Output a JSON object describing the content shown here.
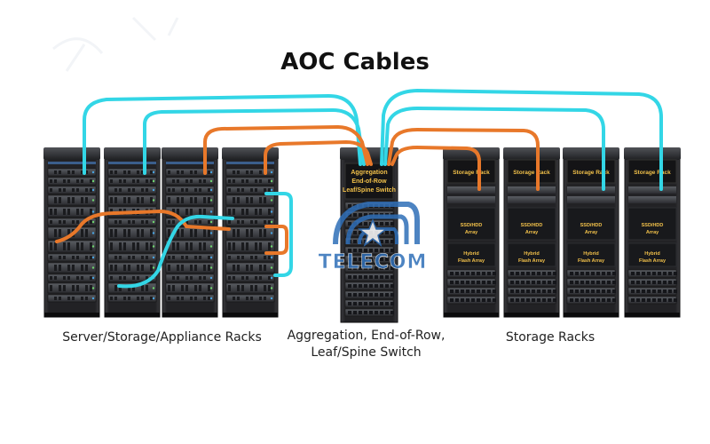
{
  "title": "AOC Cables",
  "captions": {
    "server_racks": "Server/Storage/Appliance Racks",
    "switch_line1": "Aggregation, End-of-Row,",
    "switch_line2": "Leaf/Spine Switch",
    "storage_racks": "Storage Racks"
  },
  "switch_label": {
    "line1": "Aggregation",
    "line2": "End-of-Row",
    "line3": "Leaf/Spine Switch"
  },
  "storage_rack_label": "Storage Rack",
  "storage_array_label": {
    "line1": "SSD/HDD",
    "line2": "Array"
  },
  "flash_array_label": {
    "line1": "Hybrid",
    "line2": "Flash Array"
  },
  "watermark": "TELECOM",
  "colors": {
    "cable_cyan": "#33d6e6",
    "cable_orange": "#e8782a",
    "rack_dark": "#1b1b1d",
    "label_yellow": "#f2c14a",
    "watermark_blue": "#2f6fb8"
  }
}
